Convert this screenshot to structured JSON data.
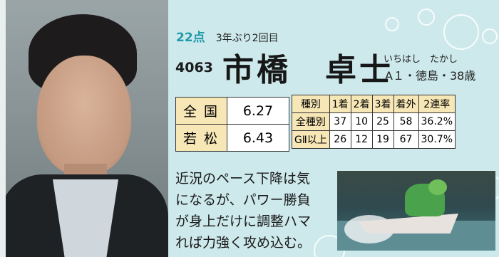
{
  "header": {
    "points": "22点",
    "note": "3年ぶり2回目"
  },
  "racer": {
    "number": "4063",
    "name": "市橋　卓士",
    "kana": "いちはし　たかし",
    "info": "A１・徳島・38歳"
  },
  "win_rates": [
    {
      "label": "全国",
      "value": "6.27"
    },
    {
      "label": "若松",
      "value": "6.43"
    }
  ],
  "finish_table": {
    "headers": [
      "種別",
      "1着",
      "2着",
      "3着",
      "着外",
      "2連率"
    ],
    "rows": [
      [
        "全種別",
        "37",
        "10",
        "25",
        "58",
        "36.2%"
      ],
      [
        "GⅡ以上",
        "26",
        "12",
        "19",
        "67",
        "30.7%"
      ]
    ]
  },
  "comment_lines": [
    "近況のペース下降は気",
    "になるが、パワー勝負",
    "が身上だけに調整ハマ",
    "れば力強く攻め込む。"
  ],
  "colors": {
    "background": "#cde9ec",
    "accent": "#1e9aa8",
    "table_label": "#f7e7b6"
  }
}
